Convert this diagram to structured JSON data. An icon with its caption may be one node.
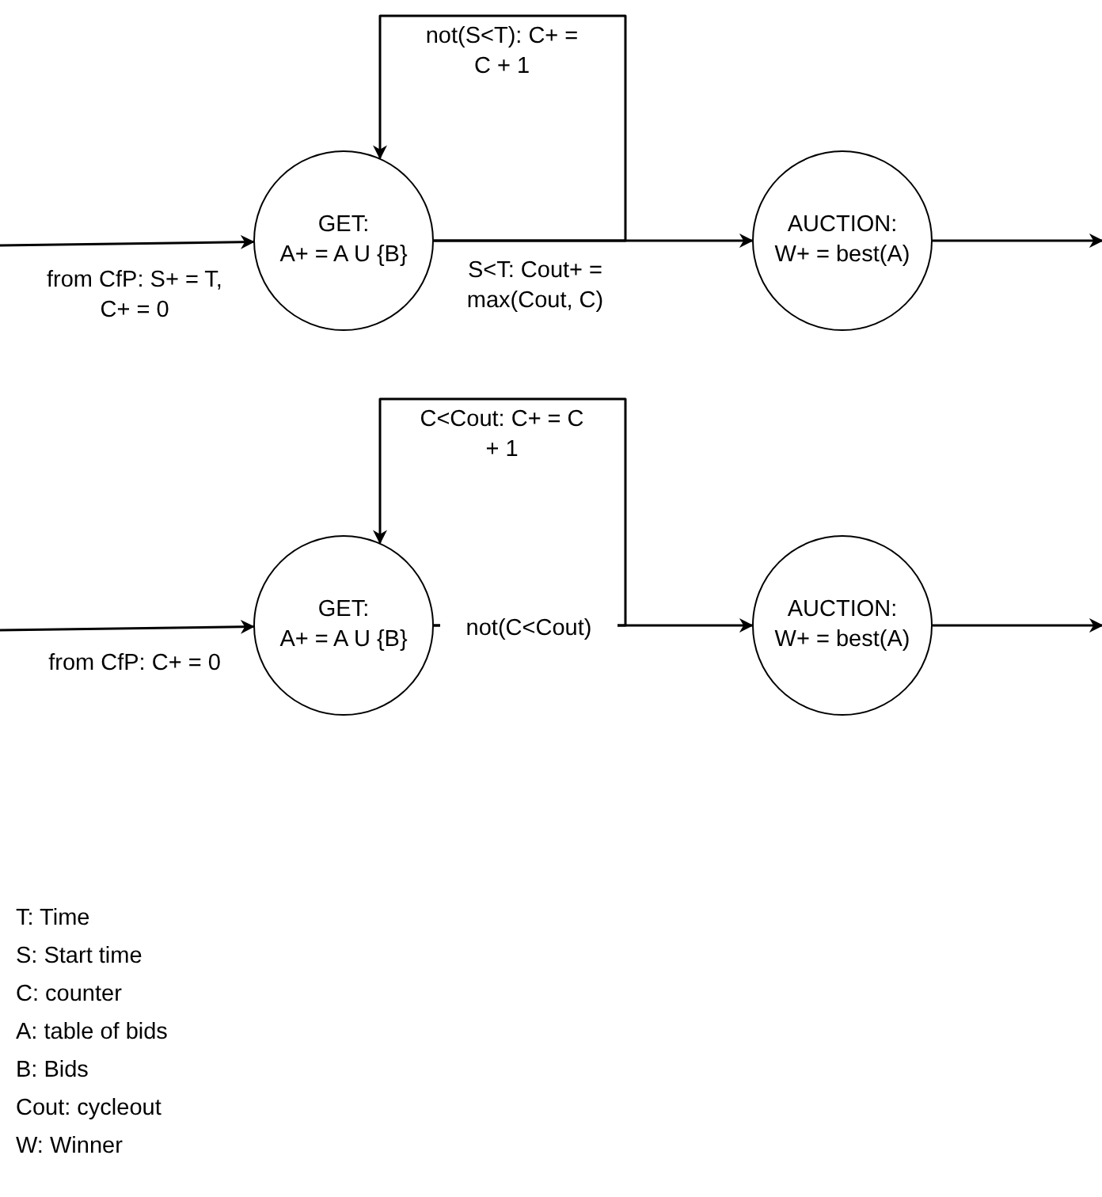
{
  "diagram": {
    "nodes": [
      {
        "text": [
          "GET:",
          "A+ = A U {B}"
        ]
      },
      {
        "text": [
          "AUCTION:",
          "W+ = best(A)"
        ]
      },
      {
        "text": [
          "GET:",
          "A+ = A U {B}"
        ]
      },
      {
        "text": [
          "AUCTION:",
          "W+ = best(A)"
        ]
      }
    ],
    "edges": [
      {
        "from": null,
        "to": 0,
        "arrow": "to",
        "label": "from CfP: S+ = T, C+ = 0"
      },
      {
        "from": 0,
        "to": 0,
        "arrow": "to",
        "label": "not(S<T): C+ = C + 1"
      },
      {
        "from": 0,
        "to": 1,
        "arrow": "to",
        "label": "S<T: Cout+ = max(Cout, C)"
      },
      {
        "from": 1,
        "to": null,
        "arrow": "to"
      },
      {
        "from": null,
        "to": 2,
        "arrow": "to",
        "label": "from CfP: C+ = 0"
      },
      {
        "from": 2,
        "to": 2,
        "arrow": "to",
        "label": "C<Cout: C+ = C + 1"
      },
      {
        "from": 2,
        "to": 3,
        "arrow": "to",
        "label": "not(C<Cout)"
      },
      {
        "from": 3,
        "to": null,
        "arrow": "to"
      }
    ],
    "labels": [
      "T: Time",
      "S: Start time",
      "C: counter",
      "A: table of bids",
      "B: Bids",
      "Cout: cycleout",
      "W: Winner"
    ]
  }
}
